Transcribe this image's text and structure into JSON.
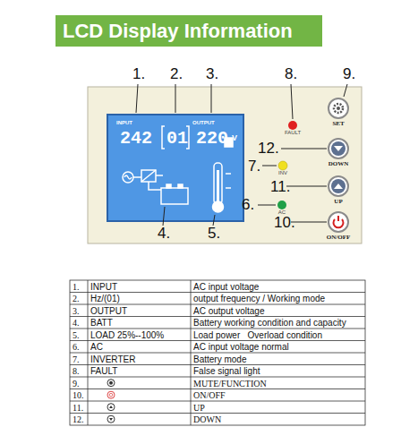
{
  "diagram": {
    "title": "LCD Display Information",
    "nodes": [
      {
        "text": [
          "INPUT",
          "242",
          "01",
          "OUTPUT",
          "220",
          "V"
        ]
      },
      {
        "text": [
          "SET"
        ]
      },
      {
        "text": [
          "FAULT"
        ]
      },
      {
        "text": [
          "DOWN"
        ]
      },
      {
        "text": [
          "INV"
        ]
      },
      {
        "text": [
          "UP"
        ]
      },
      {
        "text": [
          "AC"
        ]
      },
      {
        "text": [
          "ON/OFF"
        ]
      }
    ],
    "labels": [
      "1.",
      "2.",
      "3.",
      "4.",
      "5.",
      "6.",
      "7.",
      "8.",
      "9.",
      "10.",
      "11.",
      "12.",
      "1.",
      "INPUT",
      "AC input voltage",
      "2.",
      "Hz/(01)",
      "output frequency / Working mode",
      "3.",
      "OUTPUT",
      "AC output voltage",
      "4.",
      "BATT",
      "Battery working condition and capacity",
      "5.",
      "LOAD 25%--100%",
      "Load power   Overload condition",
      "6.",
      "AC",
      "AC input voltage normal",
      "7.",
      "INVERTER",
      "Battery mode",
      "8.",
      "FAULT",
      "False signal light",
      "9.",
      "MUTE/FUNCTION",
      "10.",
      "ON/OFF",
      "11.",
      "UP",
      "12.",
      "DOWN"
    ]
  }
}
